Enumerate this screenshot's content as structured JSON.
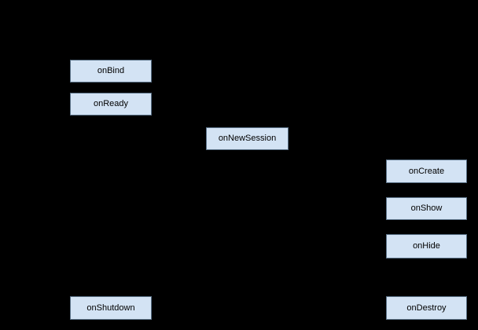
{
  "diagram": {
    "colors": {
      "background": "#000000",
      "node_fill": "#d3e3f4",
      "node_border": "#5b7288",
      "node_text": "#000000"
    },
    "nodes": [
      {
        "label": "onBind"
      },
      {
        "label": "onReady"
      },
      {
        "label": "onNewSession"
      },
      {
        "label": "onCreate"
      },
      {
        "label": "onShow"
      },
      {
        "label": "onHide"
      },
      {
        "label": "onShutdown"
      },
      {
        "label": "onDestroy"
      }
    ]
  }
}
